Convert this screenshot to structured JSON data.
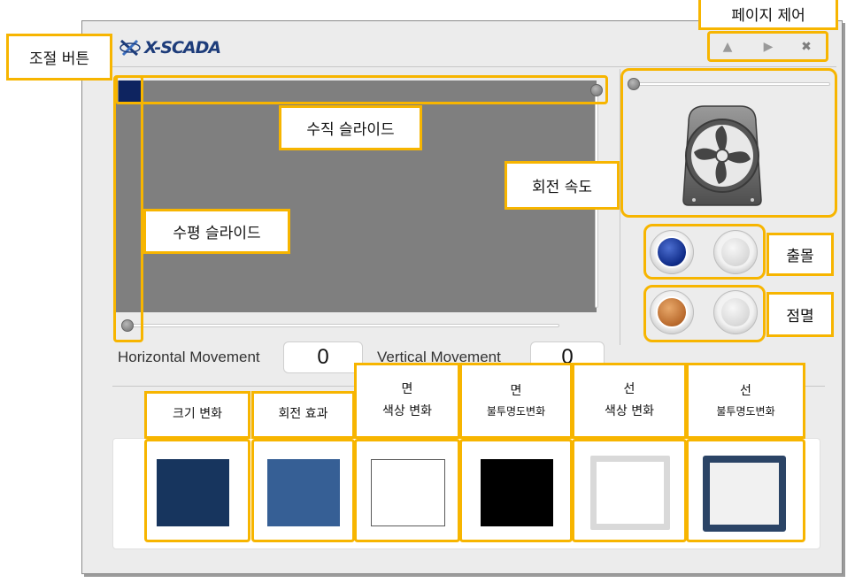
{
  "header": {
    "logo_text": "X-SCADA",
    "page_control_label": "페이지 제어",
    "buttons": [
      "▲",
      "▶",
      "✖"
    ]
  },
  "annotations": {
    "control_button": "조절 버튼",
    "vertical_slide": "수직 슬라이드",
    "horizontal_slide": "수평 슬라이드",
    "rotation_speed": "회전 속도",
    "appear": "출몰",
    "blink": "점멸"
  },
  "movement": {
    "horizontal_label": "Horizontal Movement",
    "horizontal_value": "0",
    "vertical_label": "Vertical Movement",
    "vertical_value": "0"
  },
  "effects": [
    {
      "line1": "크기 변화",
      "line2": "",
      "color": "#17355e"
    },
    {
      "line1": "회전 효과",
      "line2": "",
      "color": "#365f95"
    },
    {
      "line1": "면",
      "line2": "색상 변화",
      "color": "#ffffff"
    },
    {
      "line1": "면",
      "line2": "불투명도변화",
      "color": "#000000"
    },
    {
      "line1": "선",
      "line2": "색상 변화",
      "color": "#d9d9d9"
    },
    {
      "line1": "선",
      "line2": "불투명도변화",
      "color": "#2b4466"
    }
  ],
  "colors": {
    "accent_highlight": "#f7b500",
    "canvas_bg": "#7f7f7f",
    "object": "#0e2460",
    "lamp_blue": "#0e2a86",
    "lamp_orange": "#b8692c"
  }
}
